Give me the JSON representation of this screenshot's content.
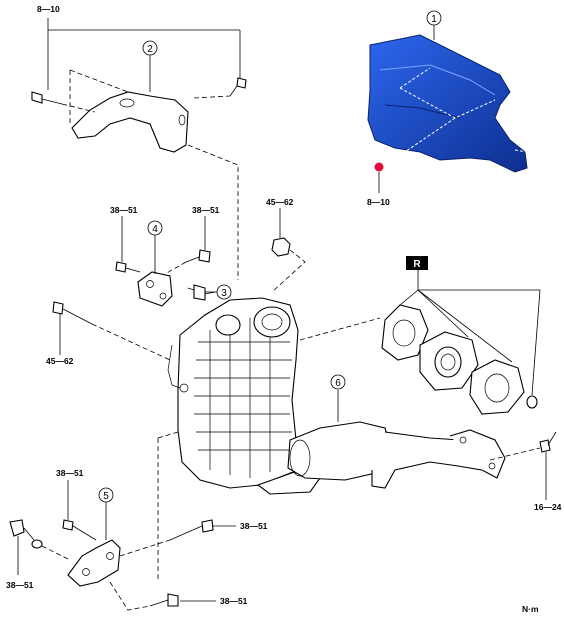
{
  "torques": {
    "t_top_left": "8—10",
    "t_shield_bolt": "8—10",
    "t_stud_left": "38—51",
    "t_stud_right": "38—51",
    "t_nut": "45—62",
    "t_long_bolt": "45—62",
    "t_bracket_left": "38—51",
    "t_bracket_long": "38—51",
    "t_bottom_left": "38—51",
    "t_bottom_bolt": "38—51",
    "t_stud_pipe": "16—24"
  },
  "callouts": {
    "c1": "1",
    "c2": "2",
    "c3": "3",
    "c4": "4",
    "c5": "5",
    "c6": "6"
  },
  "replace_badge": "R",
  "unit": "N·m",
  "colors": {
    "shield": "#1a4fd6",
    "shield_dark": "#0d2f8f",
    "accent": "#e0103a"
  }
}
